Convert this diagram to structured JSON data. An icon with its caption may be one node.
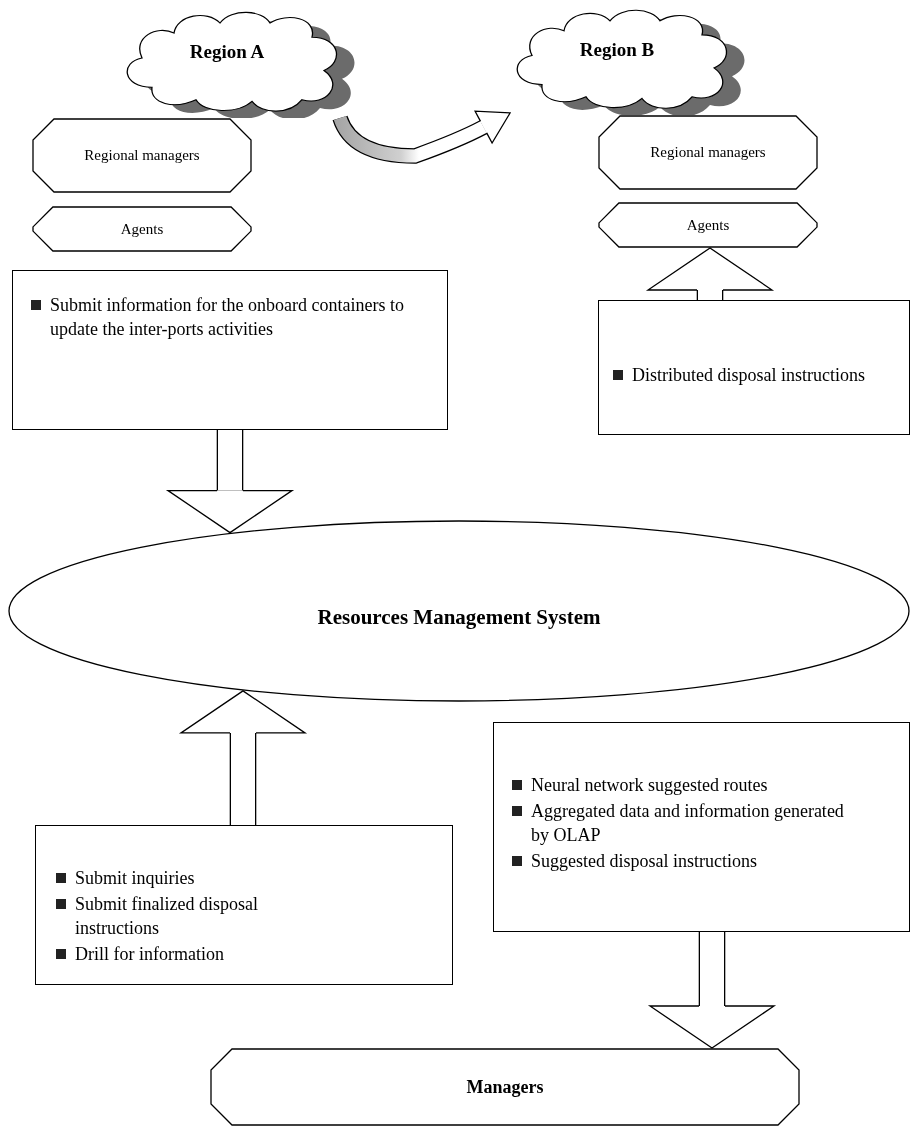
{
  "diagram": {
    "nodes": [
      {
        "text": [
          "Region A"
        ]
      },
      {
        "text": [
          "Regional managers"
        ]
      },
      {
        "text": [
          "Agents"
        ]
      },
      {
        "text": [
          "Region B"
        ]
      },
      {
        "text": [
          "Regional managers"
        ]
      },
      {
        "text": [
          "Agents"
        ]
      },
      {
        "text": [
          "Submit information for the onboard containers to update the inter-ports activities"
        ]
      },
      {
        "text": [
          "Distributed disposal instructions"
        ]
      },
      {
        "text": [
          "Resources Management System"
        ]
      },
      {
        "text": [
          "Submit inquiries",
          "Submit finalized disposal instructions",
          "Drill for information"
        ]
      },
      {
        "text": [
          "Neural network suggested routes",
          "Aggregated data and information generated by OLAP",
          "Suggested disposal instructions"
        ]
      },
      {
        "text": [
          "Managers"
        ]
      }
    ],
    "edges": [
      {
        "from": 0,
        "to": 3,
        "arrow": "to"
      },
      {
        "from": 6,
        "to": 8,
        "arrow": "to"
      },
      {
        "from": 7,
        "to": 5,
        "arrow": "to"
      },
      {
        "from": 9,
        "to": 8,
        "arrow": "to"
      },
      {
        "from": 10,
        "to": 11,
        "arrow": "to"
      }
    ]
  }
}
